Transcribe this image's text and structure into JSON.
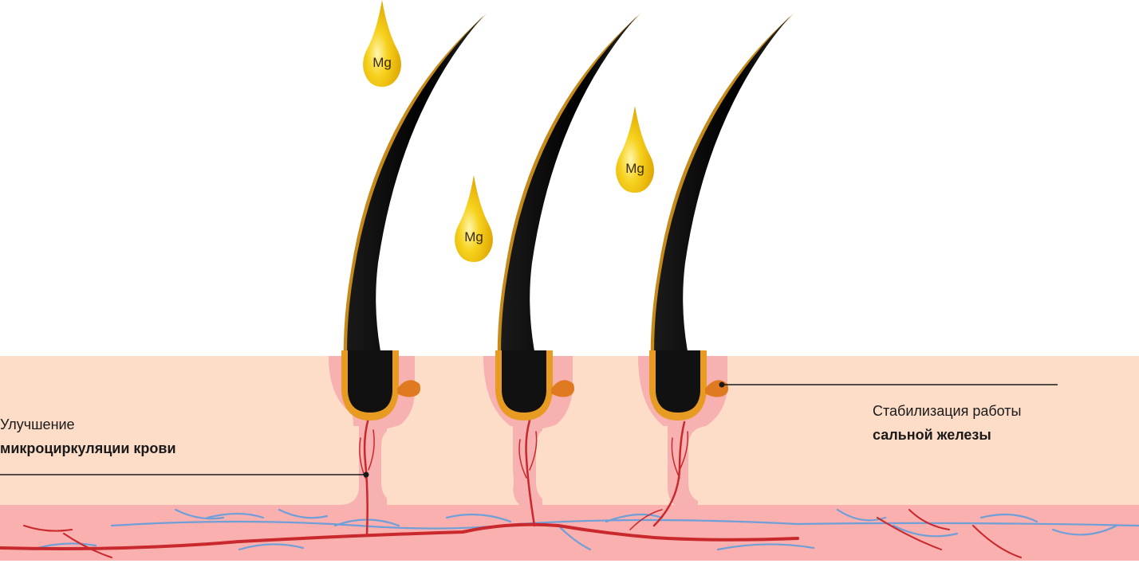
{
  "colors": {
    "skin": "#fdddc8",
    "skin_deep": "#f9b0ae",
    "follicle": "#f6a7a7",
    "bulb_outline": "#d98a16",
    "bulb_fill": "#e89b23",
    "hair": "#111111",
    "hair_edge": "#c58a1a",
    "artery": "#c9282c",
    "vein": "#6f9fd8",
    "gland": "#e07a20",
    "drop_light": "#fff2a0",
    "drop_mid": "#f2c613",
    "drop_dark": "#c98f00",
    "line": "#1a1a1a"
  },
  "drops": [
    {
      "label": "Mg"
    },
    {
      "label": "Mg"
    },
    {
      "label": "Mg"
    }
  ],
  "callouts": {
    "left": {
      "line1": "Улучшение",
      "line2": "микроциркуляции крови"
    },
    "right": {
      "line1": "Стабилизация работы",
      "line2": "сальной железы"
    }
  }
}
